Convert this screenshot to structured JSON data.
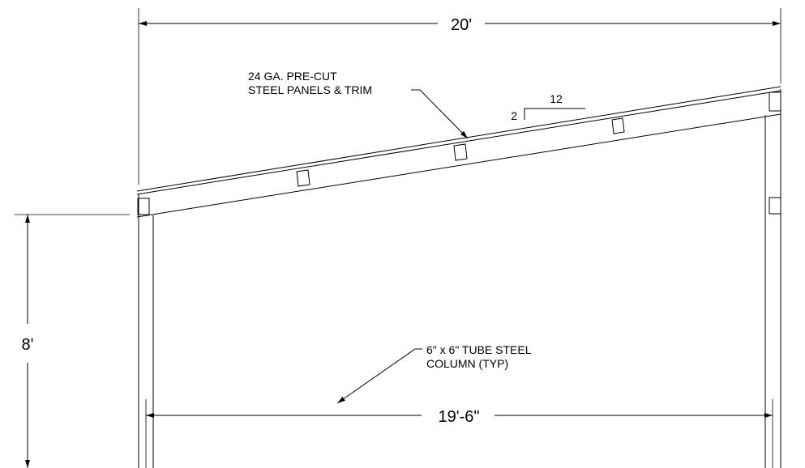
{
  "drawing": {
    "overall_width": "20'",
    "clear_span": "19'-6\"",
    "height": "8'",
    "slope": {
      "rise": "2",
      "run": "12"
    },
    "notes": {
      "panels_line1": "24 GA. PRE-CUT",
      "panels_line2": "STEEL PANELS & TRIM",
      "column_line1": "6\" x 6\" TUBE STEEL",
      "column_line2": "COLUMN (TYP)"
    }
  }
}
